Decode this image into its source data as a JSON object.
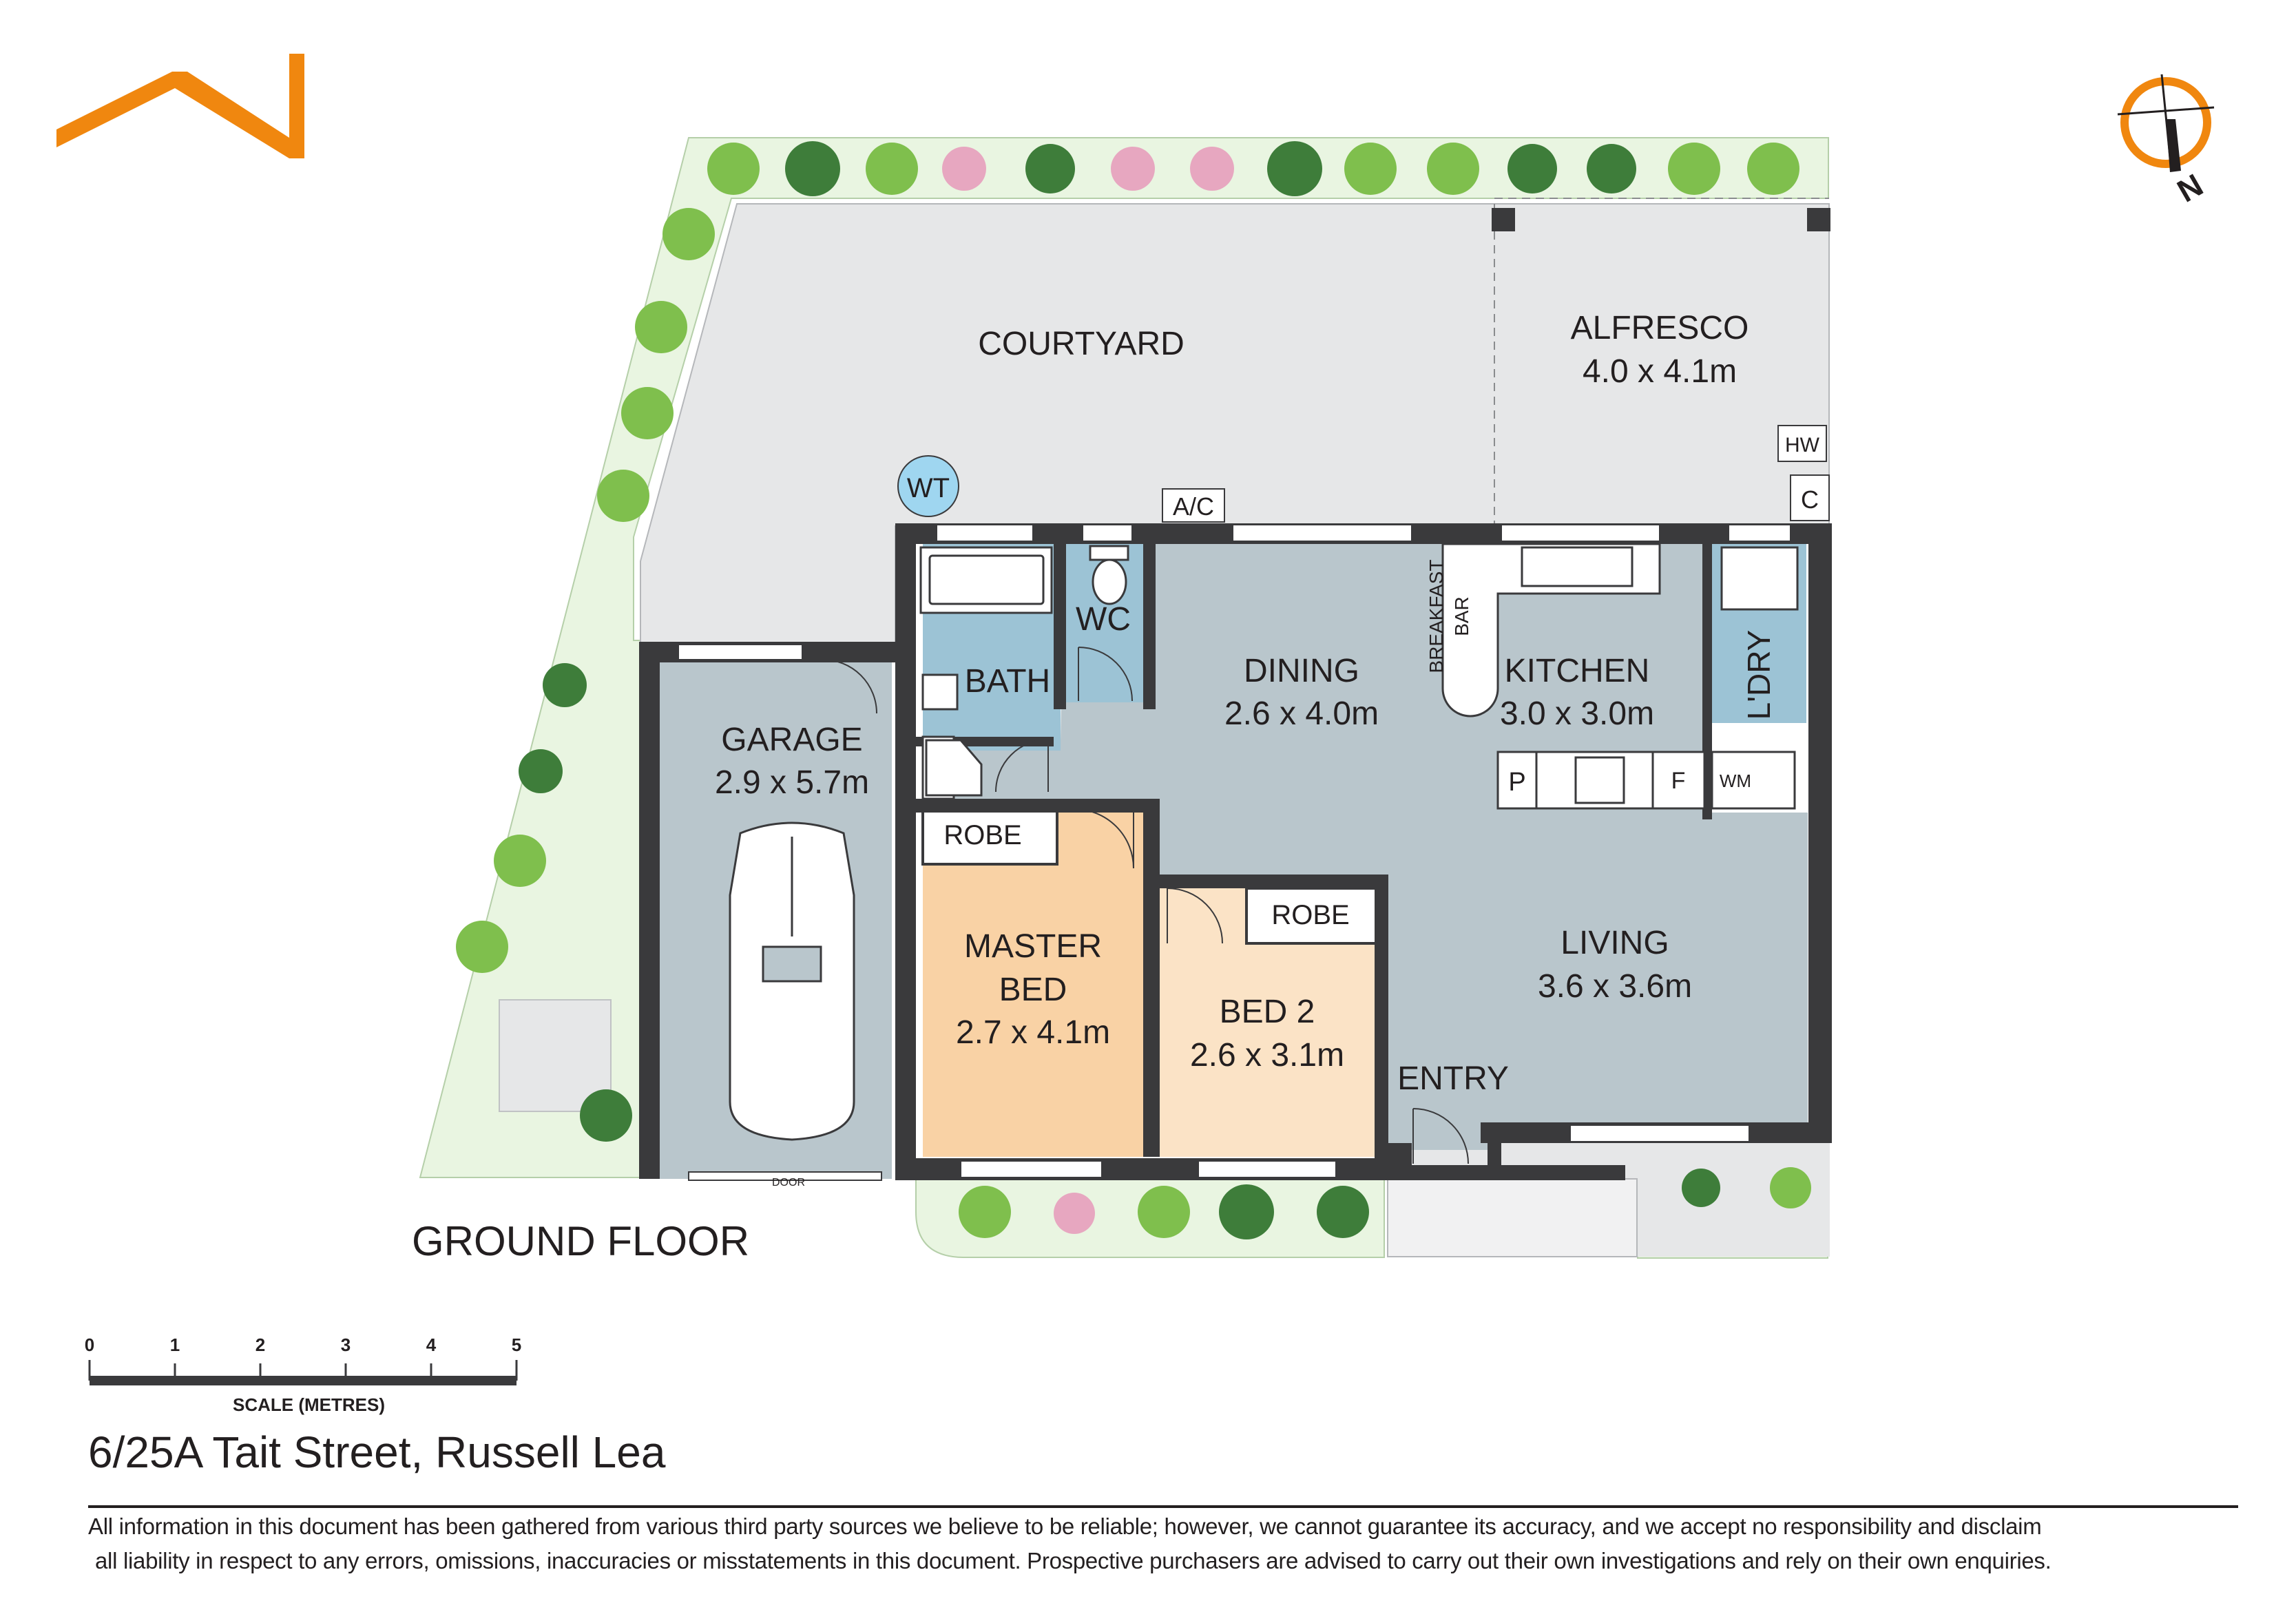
{
  "rooms": {
    "courtyard": {
      "name": "COURTYARD",
      "size": ""
    },
    "alfresco": {
      "name": "ALFRESCO",
      "size": "4.0 x 4.1m"
    },
    "garage": {
      "name": "GARAGE",
      "size": "2.9 x 5.7m"
    },
    "bath": {
      "name": "BATH"
    },
    "wc": {
      "name": "WC"
    },
    "dining": {
      "name": "DINING",
      "size": "2.6 x 4.0m"
    },
    "kitchen": {
      "name": "KITCHEN",
      "size": "3.0 x 3.0m"
    },
    "laundry": {
      "name": "L'DRY"
    },
    "master_bed": {
      "name_line1": "MASTER",
      "name_line2": "BED",
      "size": "2.7 x 4.1m"
    },
    "bed2": {
      "name": "BED 2",
      "size": "2.6 x 3.1m"
    },
    "living": {
      "name": "LIVING",
      "size": "3.6 x 3.6m"
    },
    "entry": {
      "name": "ENTRY"
    }
  },
  "fixtures": {
    "wt": "WT",
    "ac": "A/C",
    "hw": "HW",
    "c": "C",
    "robe_master": "ROBE",
    "robe_bed2": "ROBE",
    "breakfast_bar_line1": "BREAKFAST",
    "breakfast_bar_line2": "BAR",
    "pantry": "P",
    "fridge": "F",
    "wm": "WM",
    "garage_door": "DOOR"
  },
  "floor_label": "GROUND FLOOR",
  "compass": {
    "label": "N"
  },
  "scale": {
    "ticks": [
      "0",
      "1",
      "2",
      "3",
      "4",
      "5"
    ],
    "label": "SCALE (METRES)"
  },
  "address": "6/25A Tait Street, Russell Lea",
  "disclaimer": {
    "line1": "All information in this document has been gathered from various third party sources we believe to be reliable; however, we cannot guarantee its accuracy, and we accept no responsibility and disclaim",
    "line2": "all liability in respect to any errors, omissions, inaccuracies or misstatements in this document. Prospective purchasers are advised to carry out their own investigations and rely on their own enquiries."
  },
  "colors": {
    "logo": "#f0870f",
    "wall": "#3a3a3c",
    "room_grey": "#b9c6cc",
    "wet_blue": "#9cc3d5",
    "bed_orange": "#f9d2a5",
    "bed_tan": "#fbe3c6",
    "paving": "#e6e7e8",
    "garden": "#e9f5e1",
    "tree": "#7fbf4d"
  }
}
